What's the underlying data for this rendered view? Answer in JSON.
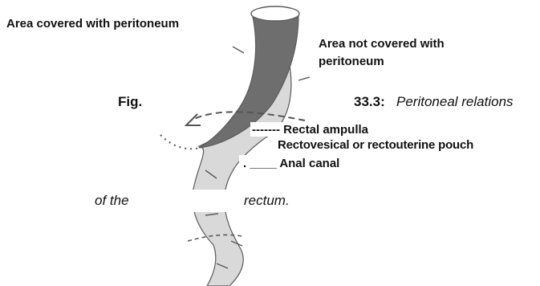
{
  "figure": {
    "labels": {
      "covered": "Area covered with peritoneum",
      "not_covered_line1": "Area not covered with",
      "not_covered_line2": "peritoneum",
      "rectal_ampulla": "------- Rectal ampulla",
      "pouch": "Rectovesical or rectouterine pouch",
      "anal_canal": ".  ____ Anal canal"
    },
    "caption": {
      "fig": "Fig.",
      "number": "33.3:",
      "title_part1": "Peritoneal relations",
      "title_part2": "of the",
      "title_part3": "rectum."
    },
    "colors": {
      "covered_area": "#6e6e6e",
      "uncovered_area": "#d9d9d9",
      "outline": "#5a5a5a",
      "arrow": "#555555"
    }
  }
}
